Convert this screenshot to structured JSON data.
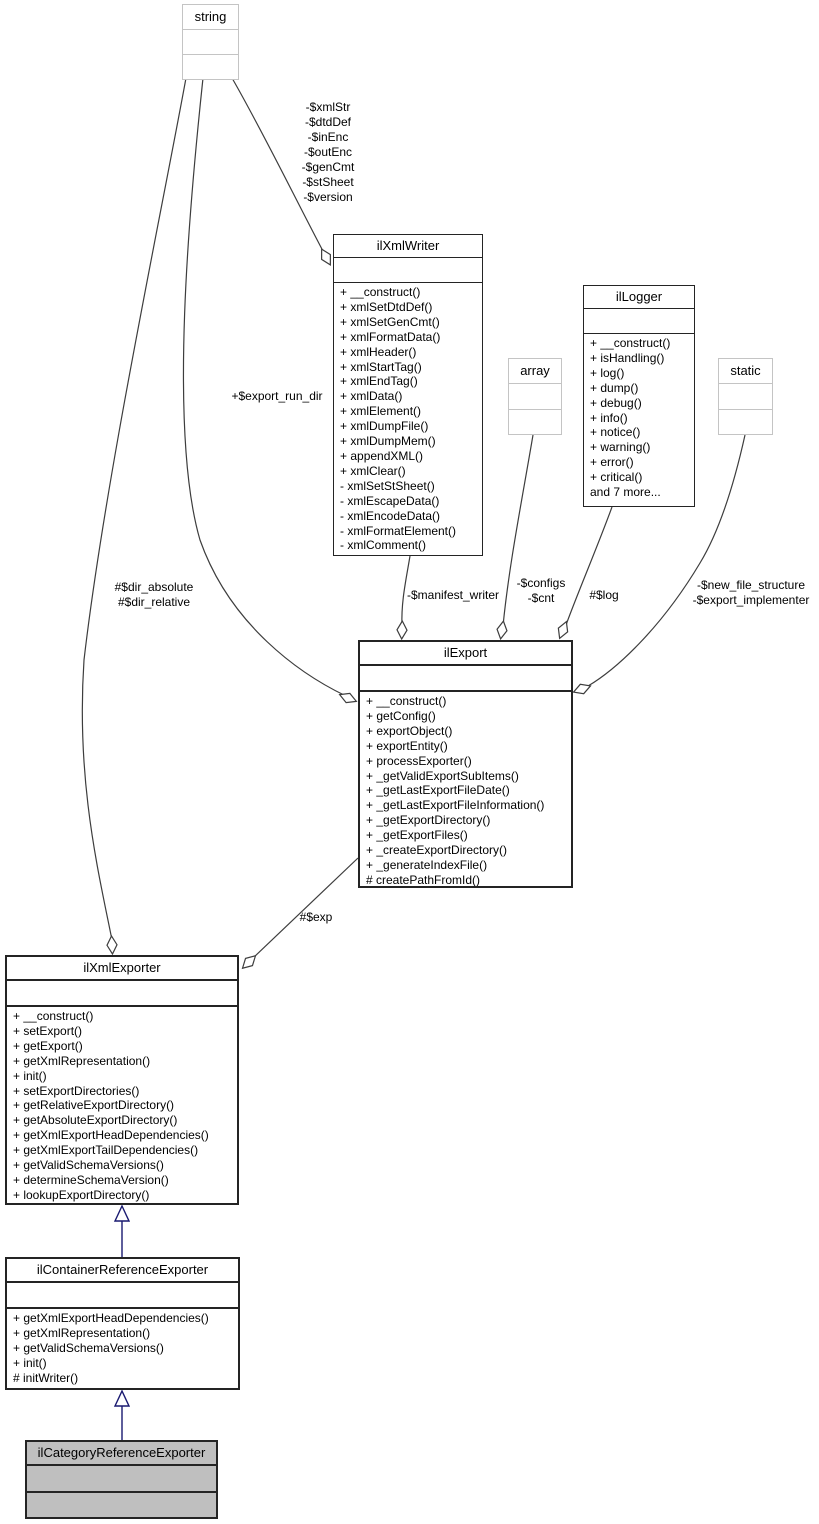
{
  "diagram": {
    "nodes": {
      "string": {
        "title": "string"
      },
      "array": {
        "title": "array"
      },
      "static": {
        "title": "static"
      },
      "ilXmlWriter": {
        "title": "ilXmlWriter",
        "methods": [
          "+ __construct()",
          "+ xmlSetDtdDef()",
          "+ xmlSetGenCmt()",
          "+ xmlFormatData()",
          "+ xmlHeader()",
          "+ xmlStartTag()",
          "+ xmlEndTag()",
          "+ xmlData()",
          "+ xmlElement()",
          "+ xmlDumpFile()",
          "+ xmlDumpMem()",
          "+ appendXML()",
          "+ xmlClear()",
          "- xmlSetStSheet()",
          "- xmlEscapeData()",
          "- xmlEncodeData()",
          "- xmlFormatElement()",
          "- xmlComment()"
        ]
      },
      "ilLogger": {
        "title": "ilLogger",
        "methods": [
          "+ __construct()",
          "+ isHandling()",
          "+ log()",
          "+ dump()",
          "+ debug()",
          "+ info()",
          "+ notice()",
          "+ warning()",
          "+ error()",
          "+ critical()",
          "and 7 more..."
        ]
      },
      "ilExport": {
        "title": "ilExport",
        "methods": [
          "+ __construct()",
          "+ getConfig()",
          "+ exportObject()",
          "+ exportEntity()",
          "+ processExporter()",
          "+ _getValidExportSubItems()",
          "+ _getLastExportFileDate()",
          "+ _getLastExportFileInformation()",
          "+ _getExportDirectory()",
          "+ _getExportFiles()",
          "+ _createExportDirectory()",
          "+ _generateIndexFile()",
          "# createPathFromId()"
        ]
      },
      "ilXmlExporter": {
        "title": "ilXmlExporter",
        "methods": [
          "+ __construct()",
          "+ setExport()",
          "+ getExport()",
          "+ getXmlRepresentation()",
          "+ init()",
          "+ setExportDirectories()",
          "+ getRelativeExportDirectory()",
          "+ getAbsoluteExportDirectory()",
          "+ getXmlExportHeadDependencies()",
          "+ getXmlExportTailDependencies()",
          "+ getValidSchemaVersions()",
          "+ determineSchemaVersion()",
          "+ lookupExportDirectory()"
        ]
      },
      "ilContainerReferenceExporter": {
        "title": "ilContainerReferenceExporter",
        "methods": [
          "+ getXmlExportHeadDependencies()",
          "+ getXmlRepresentation()",
          "+ getValidSchemaVersions()",
          "+ init()",
          "# initWriter()"
        ]
      },
      "ilCategoryReferenceExporter": {
        "title": "ilCategoryReferenceExporter"
      }
    },
    "edge_labels": {
      "string_to_ilXmlWriter": [
        "-$xmlStr",
        "-$dtdDef",
        "-$inEnc",
        "-$outEnc",
        "-$genCmt",
        "-$stSheet",
        "-$version"
      ],
      "string_to_ilExport": [
        "+$export_run_dir"
      ],
      "string_to_ilXmlExporter": [
        "#$dir_absolute",
        "#$dir_relative"
      ],
      "ilXmlWriter_to_ilExport": [
        "-$manifest_writer"
      ],
      "array_to_ilExport": [
        "-$configs",
        "-$cnt"
      ],
      "ilLogger_to_ilExport": [
        "#$log"
      ],
      "static_to_ilExport": [
        "-$new_file_structure",
        "-$export_implementer"
      ],
      "ilExport_to_ilXmlExporter": [
        "#$exp"
      ]
    },
    "colors": {
      "inheritance_arrow": "#191970",
      "association_edge": "#3d3d3d",
      "primitive_border": "#c4c4c4",
      "class_border": "#242424",
      "current_class_fill": "#bfbfbf",
      "background": "#ffffff"
    }
  }
}
